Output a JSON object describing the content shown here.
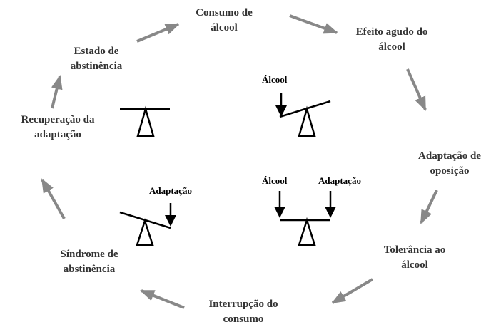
{
  "stages": {
    "consumo": {
      "line1": "Consumo de",
      "line2": "álcool"
    },
    "efeito": {
      "line1": "Efeito agudo do",
      "line2": "álcool"
    },
    "oposicao": {
      "line1": "Adaptação de",
      "line2": "oposição"
    },
    "tolerancia": {
      "line1": "Tolerância ao",
      "line2": "álcool"
    },
    "interrupcao": {
      "line1": "Interrupção do",
      "line2": "consumo"
    },
    "sindrome": {
      "line1": "Síndrome de",
      "line2": "abstinência"
    },
    "recuperacao": {
      "line1": "Recuperação da",
      "line2": "adaptação"
    },
    "estado": {
      "line1": "Estado de",
      "line2": "abstinência"
    }
  },
  "balance_labels": {
    "alcool_tilted": "Álcool",
    "alcool_balanced": "Álcool",
    "adaptacao_balanced": "Adaptação",
    "adaptacao_tilted": "Adaptação"
  },
  "colors": {
    "cycle_arrow": "#888888",
    "text": "#333333",
    "balance": "#000000"
  }
}
